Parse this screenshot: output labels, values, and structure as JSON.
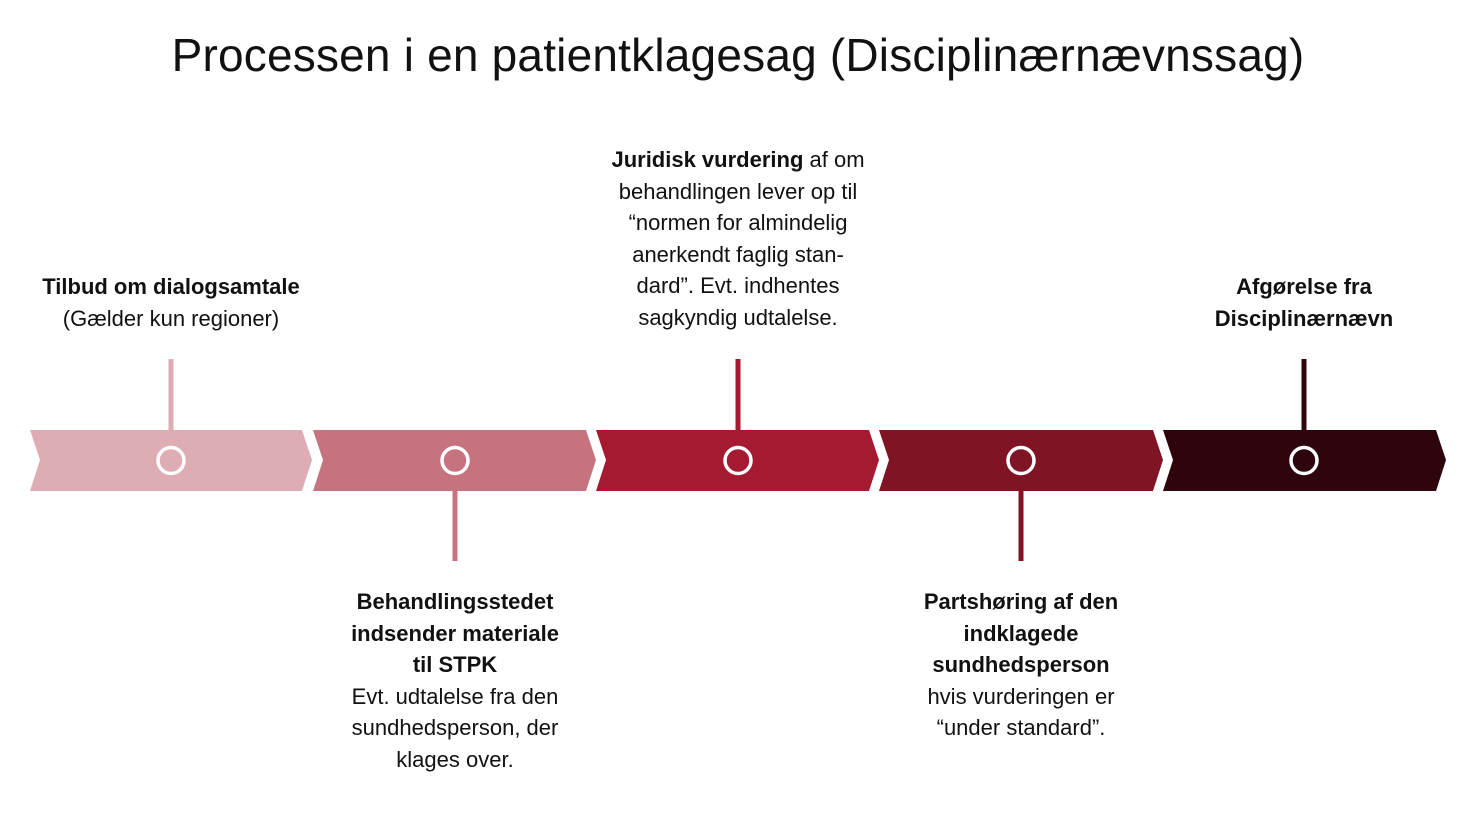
{
  "title": "Processen i en patientklagesag (Disciplinærnævnssag)",
  "steps": [
    {
      "color": "#deadb4",
      "position": "top",
      "bold_lines": [
        "Tilbud om dialogsamtale"
      ],
      "normal_lines": [
        "(Gælder kun regioner)"
      ]
    },
    {
      "color": "#c7737f",
      "position": "bottom",
      "bold_lines": [
        "Behandlingsstedet",
        "indsender materiale",
        "til STPK"
      ],
      "normal_lines": [
        "Evt. udtalelse fra den",
        "sundhedsperson, der",
        "klages over."
      ]
    },
    {
      "color": "#a51a31",
      "position": "top",
      "first_line_bold": "Juridisk vurdering",
      "first_line_rest": " af om",
      "bold_lines": [],
      "normal_lines": [
        "behandlingen lever op til",
        "“normen for almindelig",
        "anerkendt faglig stan-",
        "dard”. Evt. indhentes",
        "sagkyndig udtalelse."
      ]
    },
    {
      "color": "#7f1424",
      "position": "bottom",
      "bold_lines": [
        "Partshøring af den",
        "indklagede",
        "sundhedsperson"
      ],
      "normal_lines": [
        "hvis vurderingen er",
        "“under standard”."
      ]
    },
    {
      "color": "#2e050c",
      "position": "top",
      "bold_lines": [
        "Afgørelse fra",
        "Disciplinærnævn"
      ],
      "normal_lines": []
    }
  ]
}
